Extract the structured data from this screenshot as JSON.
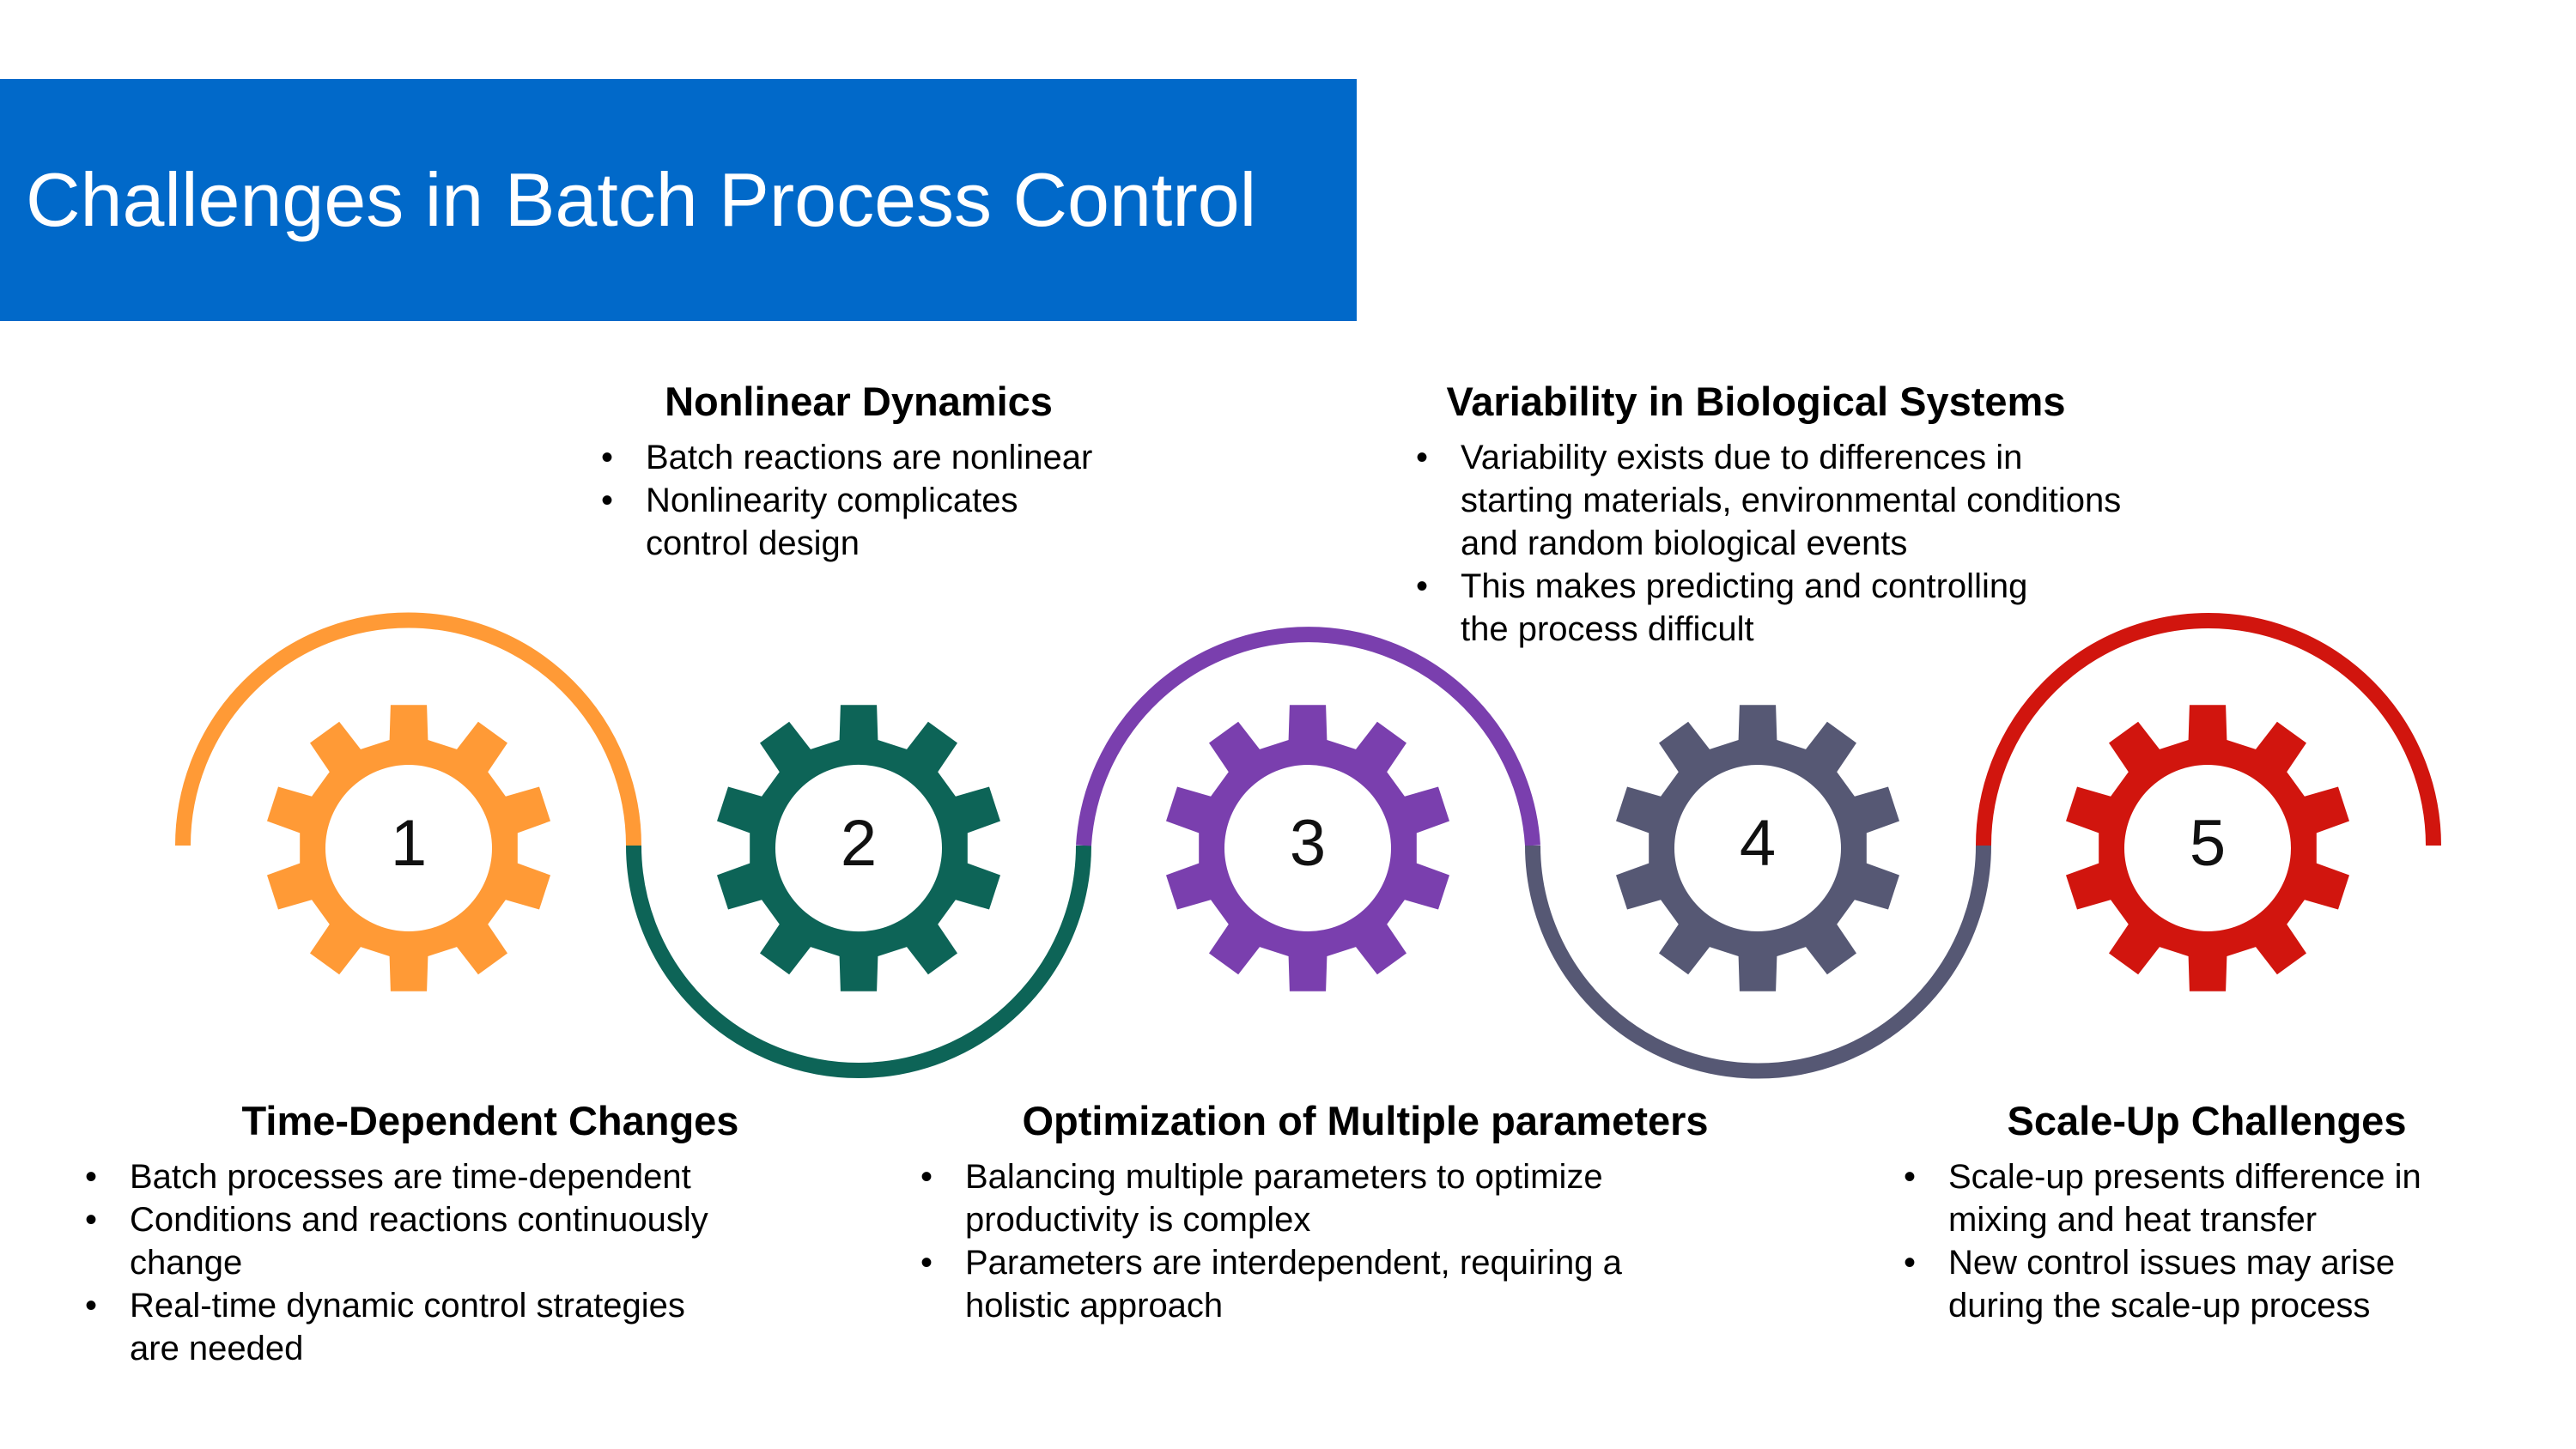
{
  "title": "Challenges in Batch Process Control",
  "steps": [
    {
      "number": "1",
      "color": "#ff9a36",
      "heading": "Time-Dependent Changes",
      "bullets": [
        "Batch processes are time-dependent",
        "Conditions and reactions continuously change",
        "Real-time dynamic control strategies are needed"
      ]
    },
    {
      "number": "2",
      "color": "#0d6457",
      "heading": "Nonlinear Dynamics",
      "bullets": [
        "Batch reactions are nonlinear",
        "Nonlinearity complicates control design"
      ]
    },
    {
      "number": "3",
      "color": "#7a3fae",
      "heading": "Optimization of Multiple parameters",
      "bullets": [
        "Balancing multiple parameters to optimize productivity is complex",
        "Parameters are interdependent, requiring a holistic approach"
      ]
    },
    {
      "number": "4",
      "color": "#565874",
      "heading": "Variability in Biological Systems",
      "bullets": [
        "Variability exists due to differences in starting materials, environmental conditions and random biological events",
        "This makes predicting and controlling the process difficult"
      ]
    },
    {
      "number": "5",
      "color": "#d1150e",
      "heading": "Scale-Up Challenges",
      "bullets": [
        "Scale-up presents difference in mixing and heat transfer",
        "New control issues may arise during the scale-up process"
      ]
    }
  ]
}
